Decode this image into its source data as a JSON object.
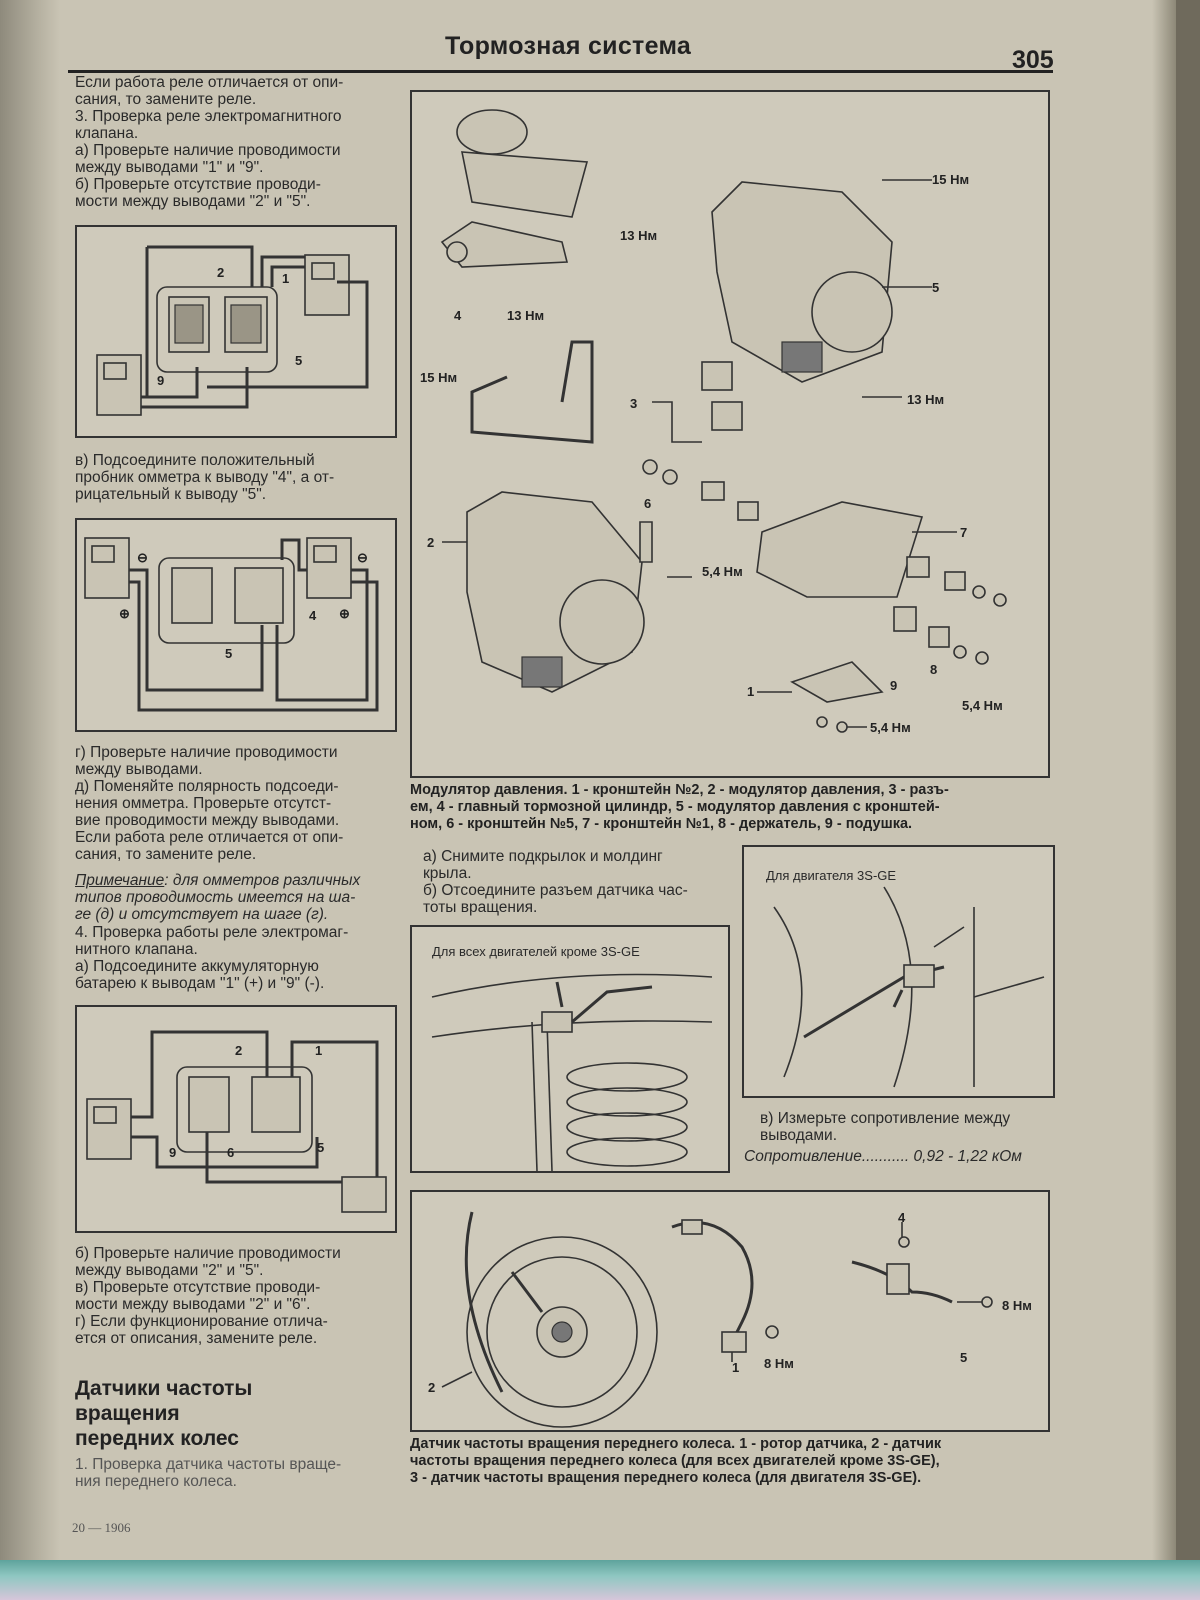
{
  "header": {
    "title": "Тормозная система",
    "page_number": "305"
  },
  "left_column": {
    "block1": "Если работа реле отличается от опи-\nсания, то замените реле.\n3. Проверка реле электромагнитного\nклапана.\n    а) Проверьте наличие проводимости\nмежду выводами \"1\" и \"9\".\n    б) Проверьте отсутствие проводи-\nмости между выводами \"2\" и \"5\".",
    "fig1_labels": {
      "t2": "2",
      "t1": "1",
      "t9": "9",
      "t5": "5"
    },
    "block2": "    в) Подсоедините положительный\nпробник омметра к выводу \"4\", а от-\nрицательный к выводу \"5\".",
    "fig2_labels": {
      "t4": "4",
      "t5": "5",
      "minus_left": "⊖",
      "plus_left": "⊕",
      "minus_right": "⊖",
      "plus_right": "⊕"
    },
    "block3": "    г) Проверьте наличие проводимости\nмежду выводами.\n    д) Поменяйте полярность подсоеди-\nнения омметра. Проверьте отсутст-\nвие проводимости между выводами.\nЕсли работа реле отличается от опи-\nсания, то замените реле.",
    "note_title": "Примечание",
    "note_body": ": для омметров различных\nтипов проводимость имеется на ша-\nге (д) и отсутствует на шаге (г).",
    "block4": "4. Проверка работы реле электромаг-\nнитного клапана.\n    а) Подсоедините аккумуляторную\nбатарею к выводам \"1\" (+) и \"9\" (-).",
    "fig3_labels": {
      "t2": "2",
      "t1": "1",
      "t9": "9",
      "t6": "6",
      "t5": "5"
    },
    "block5": "    б) Проверьте наличие проводимости\nмежду выводами \"2\" и \"5\".\n    в) Проверьте отсутствие проводи-\nмости между выводами \"2\" и \"6\".\n    г) Если функционирование отлича-\nется от описания, замените реле.",
    "section_heading": "Датчики частоты\nвращения\nпередних колес",
    "block6": "1. Проверка датчика частоты враще-\nния переднего колеса."
  },
  "figure_modulator": {
    "labels": {
      "n15a": "15 Нм",
      "n13a": "13 Нм",
      "n13b": "13 Нм",
      "n15b": "15 Нм",
      "n13c": "13 Нм",
      "n54a": "5,4 Нм",
      "n54b": "5,4 Нм",
      "n54c": "5,4 Нм",
      "c1": "1",
      "c2": "2",
      "c3": "3",
      "c4": "4",
      "c5": "5",
      "c6": "6",
      "c7": "7",
      "c8": "8",
      "c9": "9"
    },
    "caption": "Модулятор давления. 1 - кронштейн №2, 2 - модулятор давления, 3 - разъ-\nем, 4 - главный тормозной цилиндр, 5 - модулятор давления с кронштей-\nном, 6 - кронштейн №5, 7 - кронштейн №1, 8 - держатель, 9 - подушка."
  },
  "right_mid": {
    "steps": "    а) Снимите подкрылок и молдинг\nкрыла.\n    б) Отсоедините разъем датчика час-\nтоты вращения.",
    "fig_left_title": "Для всех двигателей кроме 3S-GE",
    "fig_right_title": "Для двигателя 3S-GE",
    "step_v": "    в) Измерьте сопротивление между\nвыводами.",
    "resistance_label": "Сопротивление",
    "resistance_dots": "...........",
    "resistance_value": "0,92 - 1,22 кОм"
  },
  "figure_sensor": {
    "labels": {
      "c1": "1",
      "c2": "2",
      "c4": "4",
      "c5": "5",
      "n8a": "8 Нм",
      "n8b": "8 Нм"
    },
    "caption": "Датчик частоты вращения переднего колеса. 1 - ротор датчика, 2 - датчик\nчастоты вращения переднего колеса (для всех двигателей кроме 3S-GE),\n3 - датчик частоты вращения переднего колеса (для двигателя 3S-GE)."
  },
  "footer": "20 — 1906"
}
